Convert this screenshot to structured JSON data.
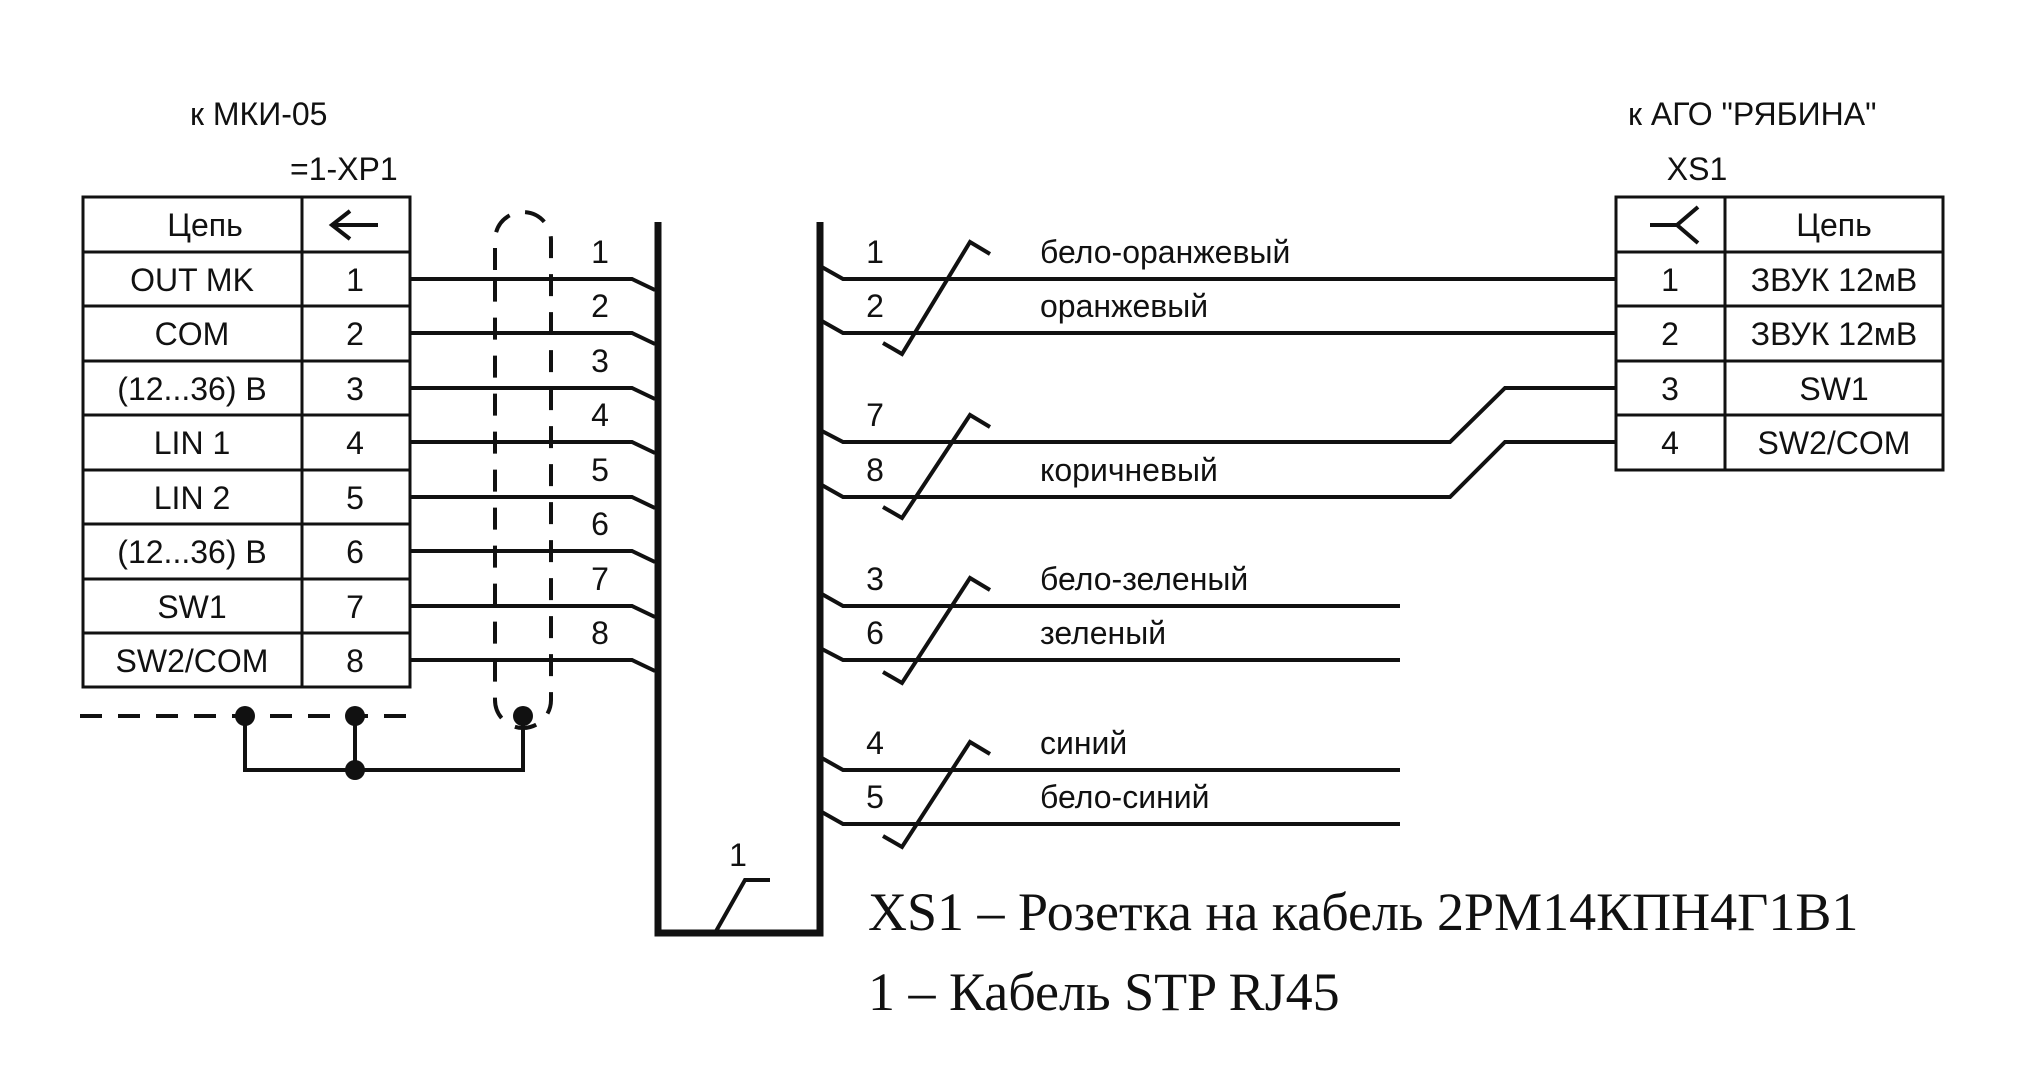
{
  "left": {
    "label": "к МКИ-05",
    "connector": "=1-XP1",
    "header_circuit": "Цепь",
    "header_symbol": "←",
    "rows": [
      {
        "circuit": "OUT MK",
        "pin": "1"
      },
      {
        "circuit": "COM",
        "pin": "2"
      },
      {
        "circuit": "(12...36) B",
        "pin": "3"
      },
      {
        "circuit": "LIN 1",
        "pin": "4"
      },
      {
        "circuit": "LIN 2",
        "pin": "5"
      },
      {
        "circuit": "(12...36) B",
        "pin": "6"
      },
      {
        "circuit": "SW1",
        "pin": "7"
      },
      {
        "circuit": "SW2/COM",
        "pin": "8"
      }
    ]
  },
  "cable_in_numbers": [
    "1",
    "2",
    "3",
    "4",
    "5",
    "6",
    "7",
    "8"
  ],
  "cable_label": "1",
  "pairs": [
    {
      "wires": [
        {
          "num": "1",
          "color": "бело-оранжевый"
        },
        {
          "num": "2",
          "color": "оранжевый"
        }
      ]
    },
    {
      "wires": [
        {
          "num": "7",
          "color": ""
        },
        {
          "num": "8",
          "color": "коричневый"
        }
      ]
    },
    {
      "wires": [
        {
          "num": "3",
          "color": "бело-зеленый"
        },
        {
          "num": "6",
          "color": "зеленый"
        }
      ]
    },
    {
      "wires": [
        {
          "num": "4",
          "color": "синий"
        },
        {
          "num": "5",
          "color": "бело-синий"
        }
      ]
    }
  ],
  "right": {
    "label": "к АГО \"РЯБИНА\"",
    "connector": "XS1",
    "header_symbol": "≺",
    "header_circuit": "Цепь",
    "rows": [
      {
        "pin": "1",
        "circuit": "ЗВУК 12мВ"
      },
      {
        "pin": "2",
        "circuit": "ЗВУК 12мВ"
      },
      {
        "pin": "3",
        "circuit": "SW1"
      },
      {
        "pin": "4",
        "circuit": "SW2/COM"
      }
    ]
  },
  "notes": [
    "XS1 – Розетка на кабель 2РМ14КПН4Г1В1",
    "1 – Кабель STP RJ45"
  ]
}
